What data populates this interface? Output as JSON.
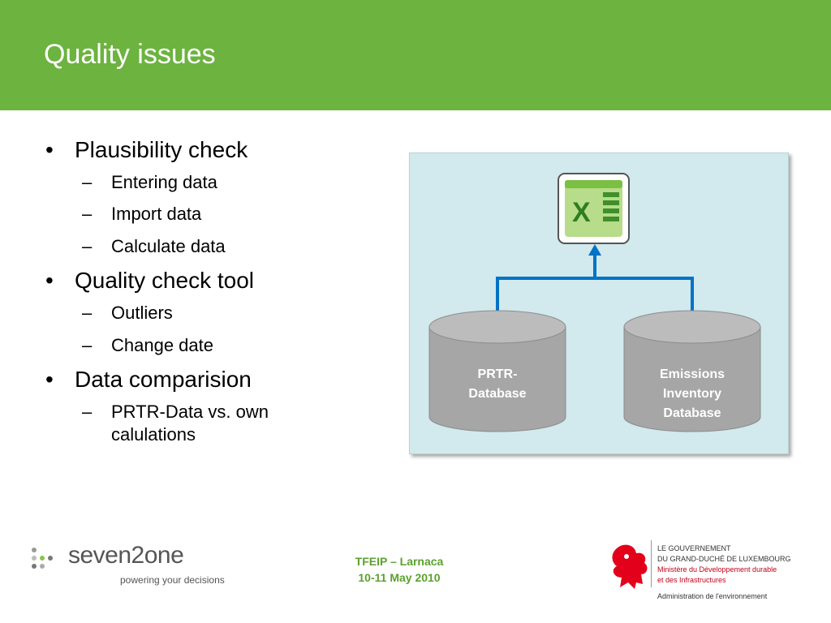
{
  "slide": {
    "title": "Quality issues",
    "colors": {
      "header": "#6cb33f",
      "diagram_bg": "#d2e9ed",
      "connector": "#0073c6",
      "cylinder": "#a6a6a6",
      "footer_text": "#5ba12e"
    },
    "bullets": [
      {
        "text": "Plausibility check",
        "sub": [
          "Entering data",
          "Import data",
          "Calculate data"
        ]
      },
      {
        "text": "Quality check tool",
        "sub": [
          "Outliers",
          "Change date"
        ]
      },
      {
        "text": "Data comparision",
        "sub": [
          "PRTR-Data vs. own calulations"
        ]
      }
    ],
    "diagram": {
      "top_icon": "excel-icon",
      "left_db": "PRTR-\nDatabase",
      "right_db": "Emissions\nInventory\nDatabase"
    },
    "footer": {
      "brand_name": "seven2one",
      "brand_tagline": "powering your decisions",
      "event_line1": "TFEIP – Larnaca",
      "event_line2": "10-11 May 2010",
      "gov_line1": "LE GOUVERNEMENT",
      "gov_line2": "DU GRAND-DUCHÉ DE LUXEMBOURG",
      "gov_line3": "Ministère du Développement durable",
      "gov_line4": "et des Infrastructures",
      "gov_admin": "Administration de l'environnement"
    }
  }
}
